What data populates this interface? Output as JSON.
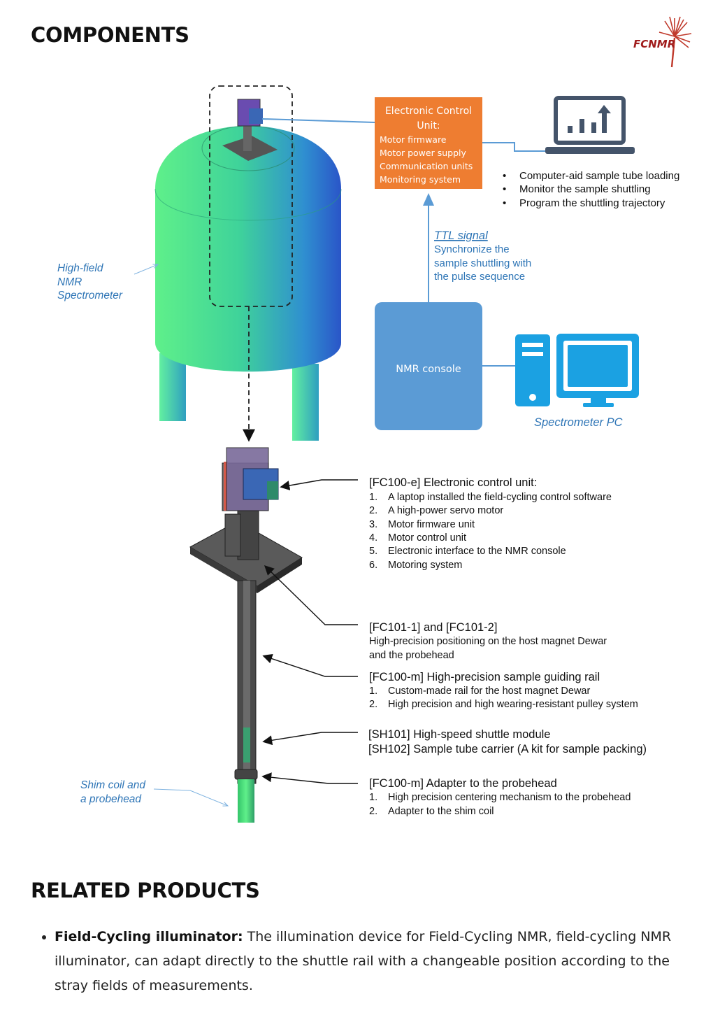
{
  "headings": {
    "components": "COMPONENTS",
    "related": "RELATED PRODUCTS"
  },
  "logo": {
    "text": "FCNMR"
  },
  "diagram": {
    "spectrometer_label": [
      "High-field",
      "NMR",
      "Spectrometer"
    ],
    "ecu": {
      "title_line1": "Electronic Control",
      "title_line2": "Unit:",
      "items": [
        "Motor firmware",
        "Motor power supply",
        "Communication units",
        "Monitoring system"
      ]
    },
    "laptop_bullets": [
      "Computer-aid sample tube loading",
      "Monitor the sample shuttling",
      "Program the shuttling trajectory"
    ],
    "ttl": {
      "title": "TTL signal",
      "lines": [
        "Synchronize the",
        "sample shuttling with",
        "the pulse sequence"
      ]
    },
    "console_label": "NMR console",
    "pc_label": "Spectrometer PC",
    "shim_label": [
      "Shim coil and",
      "a probehead"
    ],
    "callouts": [
      {
        "title": "[FC100-e] Electronic control unit:",
        "items": [
          "A laptop installed the field-cycling control software",
          "A high-power servo motor",
          "Motor firmware unit",
          "Motor control unit",
          "Electronic interface to the NMR console",
          "Motoring system"
        ]
      },
      {
        "title": "[FC101-1] and [FC101-2]",
        "lines": [
          "High-precision positioning on the host magnet Dewar",
          "and the probehead"
        ]
      },
      {
        "title": "[FC100-m] High-precision sample guiding rail",
        "items": [
          "Custom-made rail for the host magnet Dewar",
          "High precision and high wearing-resistant pulley system"
        ]
      },
      {
        "lines_big": [
          "[SH101] High-speed shuttle module",
          "[SH102] Sample tube carrier (A kit for sample packing)"
        ]
      },
      {
        "title": "[FC100-m] Adapter to the probehead",
        "items": [
          "High precision centering mechanism to the probehead",
          "Adapter to the shim coil"
        ]
      }
    ],
    "colors": {
      "ecu": "#ee7d31",
      "console": "#5b9bd5",
      "pc": "#1ba1e2",
      "monitor": "#44546a",
      "label_blue": "#2e75b6"
    }
  },
  "related_products": [
    {
      "name": "Field-Cycling illuminator:",
      "description": " The illumination device for Field-Cycling NMR, field-cycling NMR illuminator, can adapt directly to the shuttle rail with a changeable position according to the stray fields of measurements."
    }
  ]
}
